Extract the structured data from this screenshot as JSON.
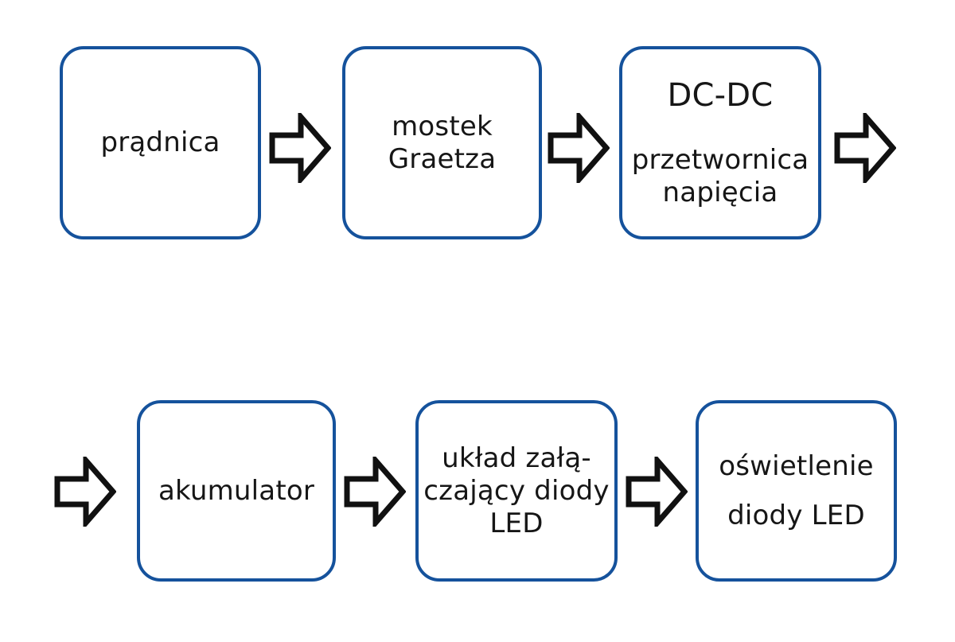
{
  "diagram": {
    "type": "flowchart",
    "orientation": "left-to-right, wrapping to second row",
    "box_border_color": "#15529C",
    "arrow_stroke_color": "#111111",
    "text_color": "#161616",
    "background_color": "#ffffff",
    "nodes": [
      {
        "id": "pradnica",
        "row": 1,
        "order": 1,
        "lines": [
          "prądnica"
        ]
      },
      {
        "id": "mostek-graetza",
        "row": 1,
        "order": 2,
        "lines": [
          "mostek",
          "Graetza"
        ]
      },
      {
        "id": "dc-dc-przetwornica",
        "row": 1,
        "order": 3,
        "heading": "DC-DC",
        "lines": [
          "przetwornica",
          "napięcia"
        ]
      },
      {
        "id": "akumulator",
        "row": 2,
        "order": 4,
        "lines": [
          "akumulator"
        ]
      },
      {
        "id": "uklad-zalaczajacy",
        "row": 2,
        "order": 5,
        "lines": [
          "układ załą-",
          "czający diody",
          "LED"
        ]
      },
      {
        "id": "oswietlenie-diody-led",
        "row": 2,
        "order": 6,
        "lines": [
          "oświetlenie",
          "diody LED"
        ]
      }
    ],
    "arrows": [
      {
        "id": "arrow-1",
        "from": "pradnica",
        "to": "mostek-graetza",
        "direction": "right"
      },
      {
        "id": "arrow-2",
        "from": "mostek-graetza",
        "to": "dc-dc-przetwornica",
        "direction": "right"
      },
      {
        "id": "arrow-3",
        "from": "dc-dc-przetwornica",
        "to": "akumulator",
        "direction": "right"
      },
      {
        "id": "arrow-4",
        "from": "dc-dc-przetwornica",
        "to": "akumulator",
        "direction": "right"
      },
      {
        "id": "arrow-5",
        "from": "akumulator",
        "to": "uklad-zalaczajacy",
        "direction": "right"
      },
      {
        "id": "arrow-6",
        "from": "uklad-zalaczajacy",
        "to": "oswietlenie-diody-led",
        "direction": "right"
      }
    ]
  }
}
